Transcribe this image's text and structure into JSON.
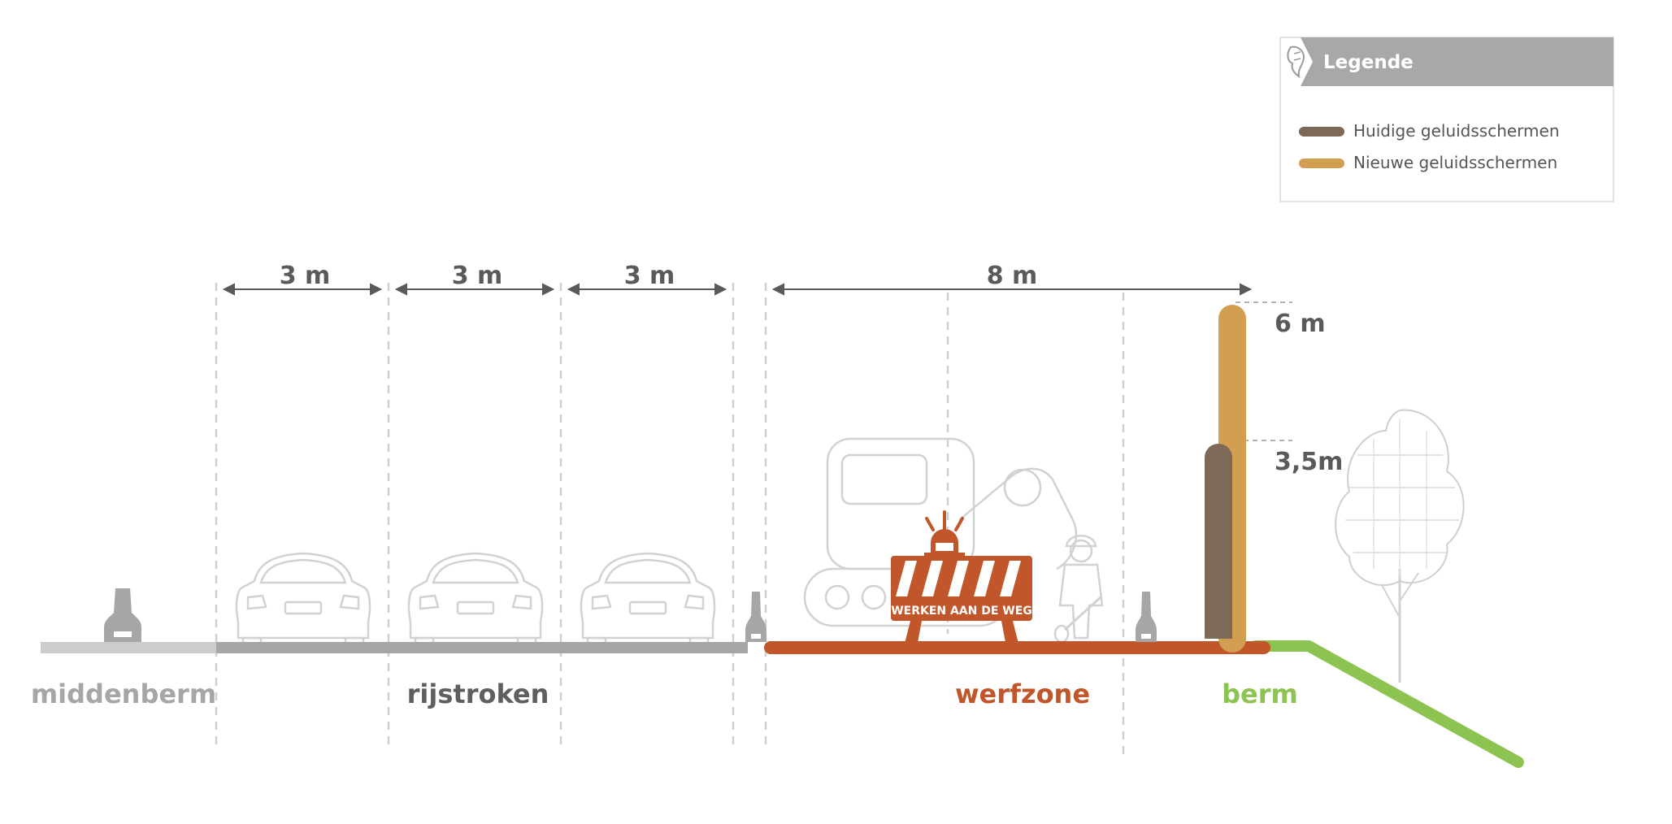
{
  "legend": {
    "title": "Legende",
    "items": [
      {
        "label": "Huidige geluidsschermen",
        "color": "#7d6957"
      },
      {
        "label": "Nieuwe geluidsschermen",
        "color": "#d19f4f"
      }
    ]
  },
  "dimensions": {
    "lane_1": "3 m",
    "lane_2": "3 m",
    "lane_3": "3 m",
    "werfzone_width": "8 m",
    "new_screen_height": "6 m",
    "current_screen_height": "3,5m"
  },
  "zones": {
    "middenberm": {
      "label": "middenberm",
      "color": "#a6a6a6"
    },
    "rijstroken": {
      "label": "rijstroken",
      "color": "#5f5f5f"
    },
    "werfzone": {
      "label": "werfzone",
      "color": "#c0562a"
    },
    "berm": {
      "label": "berm",
      "color": "#8dc351"
    }
  },
  "sign": {
    "text": "WERKEN AAN DE WEG",
    "color": "#c0562a"
  },
  "icons": [
    "flemish-lion-icon",
    "car-icon",
    "excavator-icon",
    "road-barrier-sign-icon",
    "construction-worker-icon",
    "tree-icon",
    "traffic-barrier-icon"
  ]
}
